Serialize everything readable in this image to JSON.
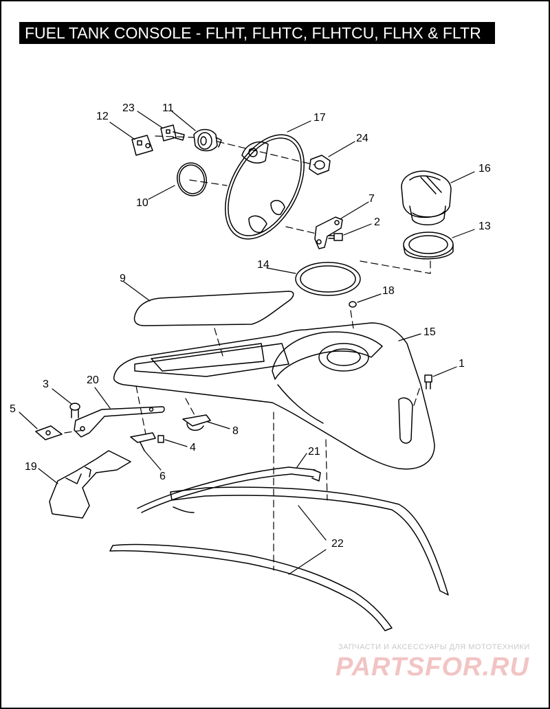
{
  "title": "FUEL TANK CONSOLE - FLHT, FLHTC, FLHTCU, FLHX & FLTR",
  "callouts": [
    "1",
    "2",
    "3",
    "4",
    "5",
    "6",
    "7",
    "8",
    "9",
    "10",
    "11",
    "12",
    "13",
    "14",
    "15",
    "16",
    "17",
    "18",
    "19",
    "20",
    "21",
    "22",
    "23",
    "24"
  ],
  "watermark": {
    "tagline": "ЗАПЧАСТИ И АКСЕССУАРЫ ДЛЯ МОТОТЕХНИКИ",
    "logo": "PARTSFOR.RU"
  },
  "colors": {
    "line": "#000000",
    "background": "#ffffff",
    "watermark_red": "#f2c4c4",
    "watermark_gray": "#c9c9c9"
  }
}
